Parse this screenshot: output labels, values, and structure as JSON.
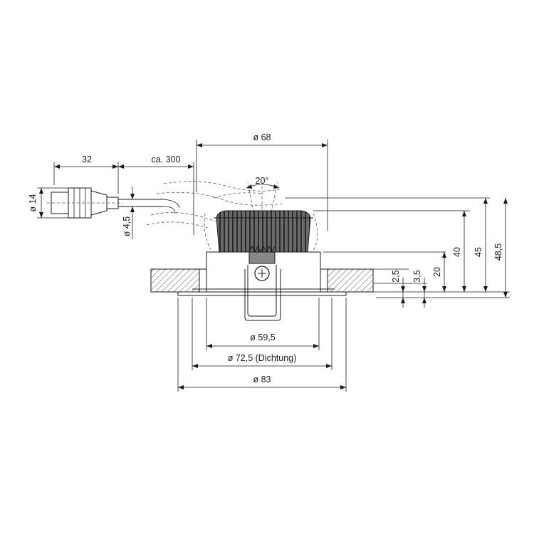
{
  "drawing": {
    "connector": {
      "length_label": "32",
      "cable_label": "ca. 300",
      "diameter_label": "ø 14",
      "cable_diameter_label": "ø 4,5"
    },
    "luminaire": {
      "top_diameter_label": "ø 68",
      "tilt_angle_label": "20°",
      "cutout_label": "ø 59,5",
      "seal_label": "ø 72,5 (Dichtung)",
      "outer_label": "ø 83"
    },
    "heights": {
      "h_2_5": "2,5",
      "h_3_5": "3,5",
      "h_20": "20",
      "h_40": "40",
      "h_45": "45",
      "h_48_5": "48,5"
    }
  }
}
